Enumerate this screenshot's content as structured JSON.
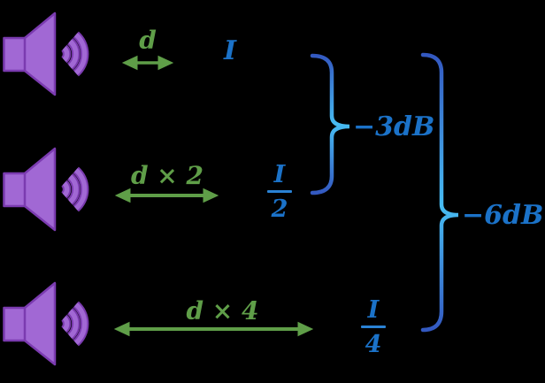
{
  "diagram": {
    "background_color": "#000000",
    "rows": [
      {
        "speaker_icon": "speaker-with-sound-waves",
        "distance_label": "d",
        "intensity_label": "I"
      },
      {
        "speaker_icon": "speaker-with-sound-waves",
        "distance_label": "d × 2",
        "intensity_numerator": "I",
        "intensity_denominator": "2"
      },
      {
        "speaker_icon": "speaker-with-sound-waves",
        "distance_label": "d × 4",
        "intensity_numerator": "I",
        "intensity_denominator": "4"
      }
    ],
    "braces": [
      {
        "label": "−3dB"
      },
      {
        "label": "−6dB"
      }
    ],
    "colors": {
      "speaker_fill": "#a168d4",
      "speaker_outline": "#7b3bb0",
      "distance_green": "#5f9e48",
      "intensity_blue": "#1b72c8",
      "brace_dark_blue": "#3358c0",
      "brace_light_blue": "#47bcf2"
    }
  }
}
